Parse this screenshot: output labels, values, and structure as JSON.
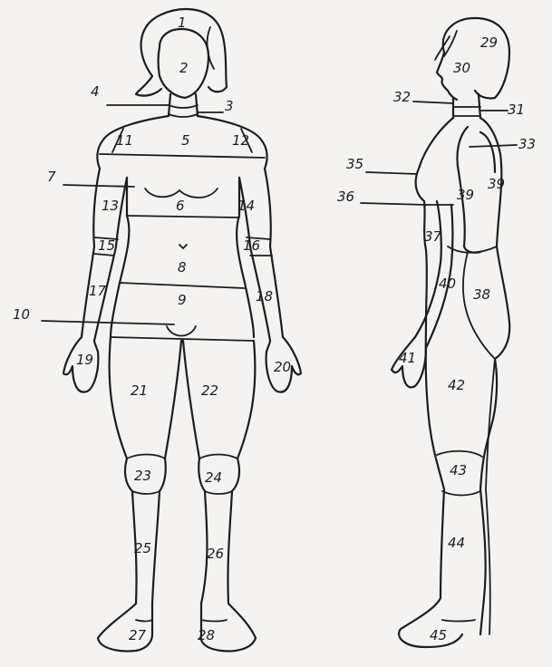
{
  "front_labels": [
    "1",
    "2",
    "3",
    "4",
    "5",
    "6",
    "7",
    "8",
    "9",
    "10",
    "11",
    "12",
    "13",
    "14",
    "15",
    "16",
    "17",
    "18",
    "19",
    "20",
    "21",
    "22",
    "23",
    "24",
    "25",
    "26",
    "27",
    "28"
  ],
  "side_labels": [
    "29",
    "30",
    "31",
    "32",
    "33",
    "35",
    "36",
    "37",
    "38",
    "39",
    "40",
    "41",
    "42",
    "43",
    "44",
    "45"
  ],
  "colors": {
    "ink": "#1d1d1d",
    "paper": "#f4f3f1"
  }
}
